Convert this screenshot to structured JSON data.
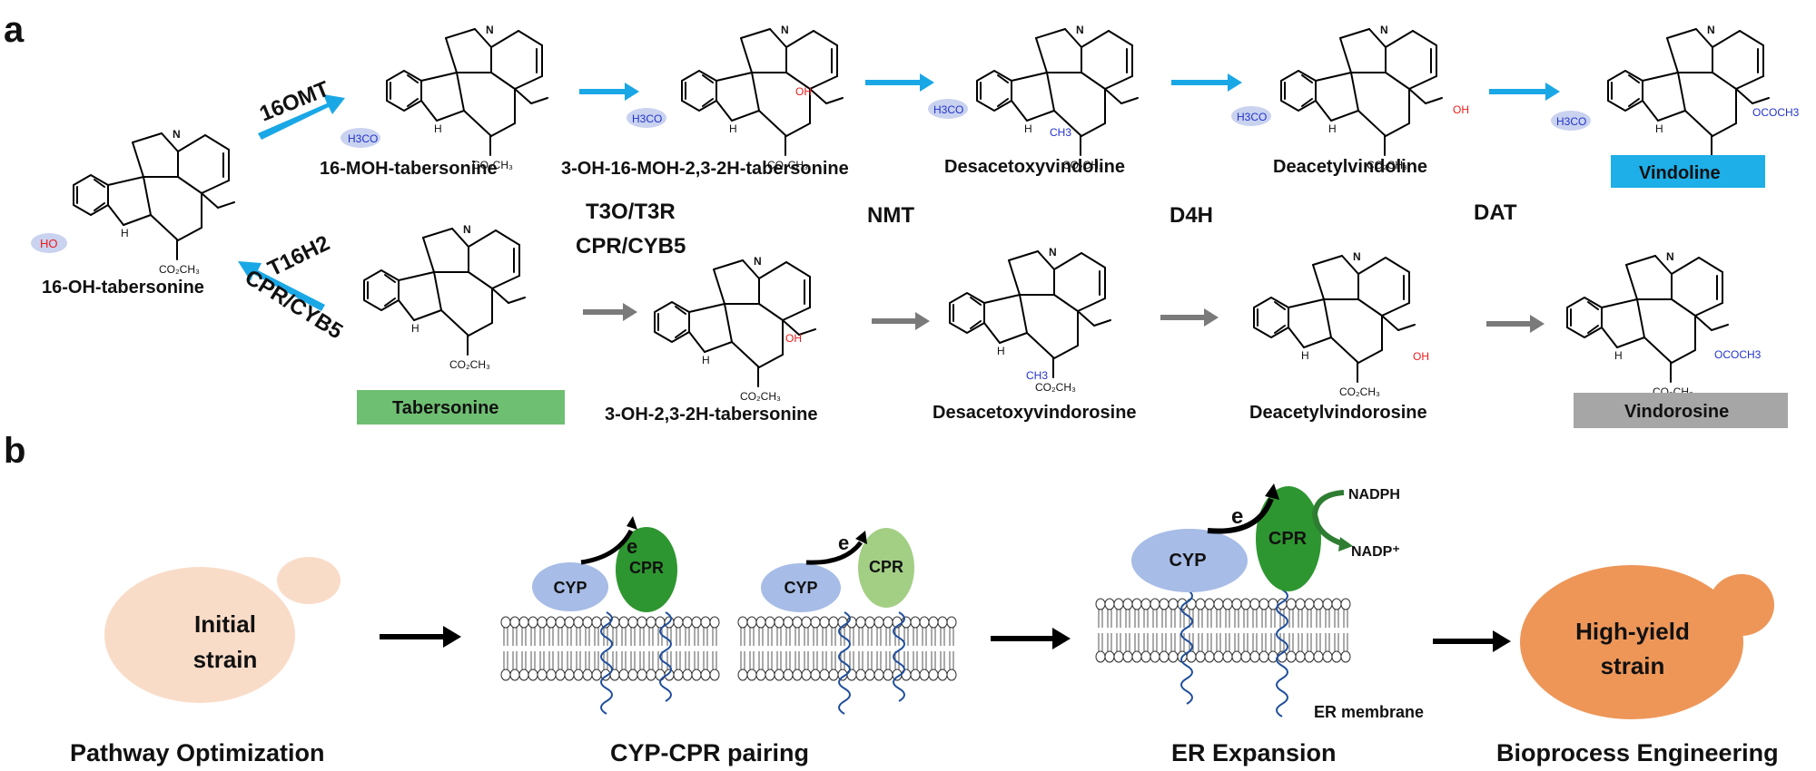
{
  "panel_labels": {
    "a": "a",
    "b": "b"
  },
  "compounds": {
    "oh_tab": "16-OH-tabersonine",
    "moh_tab": "16-MOH-tabersonine",
    "oh_moh_2h": "3-OH-16-MOH-2,3-2H-tabersonine",
    "desacetoxyvindoline": "Desacetoxyvindoline",
    "deacetylvindoline": "Deacetylvindoline",
    "vindoline": "Vindoline",
    "tabersonine": "Tabersonine",
    "oh_2h": "3-OH-2,3-2H-tabersonine",
    "desacetoxyvindorosine": "Desacetoxyvindorosine",
    "deacetylvindorosine": "Deacetylvindorosine",
    "vindorosine": "Vindorosine"
  },
  "enzymes": {
    "omt": "16OMT",
    "t16h2": "T16H2",
    "cpr_cyb5_a": "CPR/CYB5",
    "t3o_t3r": "T3O/T3R",
    "cpr_cyb5_b": "CPR/CYB5",
    "nmt": "NMT",
    "d4h": "D4H",
    "dat": "DAT"
  },
  "atoms": {
    "h3co": "H3CO",
    "ho": "HO",
    "oh": "OH",
    "n": "N",
    "nh": "H",
    "h": "H",
    "co2ch3": "CO2CH3",
    "ch3": "CH3",
    "ococh3": "OCOCH3"
  },
  "panel_b": {
    "initial_strain": [
      "Initial",
      "strain"
    ],
    "high_yield": [
      "High-yield",
      "strain"
    ],
    "cyp": "CYP",
    "cpr": "CPR",
    "electron": "e",
    "nadph": "NADPH",
    "nadp": "NADP⁺",
    "er_membrane": "ER membrane",
    "steps": [
      "Pathway Optimization",
      "CYP-CPR pairing",
      "ER Expansion",
      "Bioprocess Engineering"
    ]
  },
  "colors": {
    "enzyme_red": "#ee1c1c",
    "cofactor_green": "#22aa44",
    "arrow_blue": "#1aa7e6",
    "arrow_gray": "#7a7a7a",
    "vindoline_box": "#1eaee8",
    "tabersonine_box": "#6fbf73",
    "vindorosine_box": "#a6a6a6",
    "cyp_blue": "#a7bce6",
    "cpr_green": "#2e9630",
    "cpr_light": "#a3cf85",
    "initial_strain": "#f9dcc8",
    "high_yield": "#ee9658"
  }
}
